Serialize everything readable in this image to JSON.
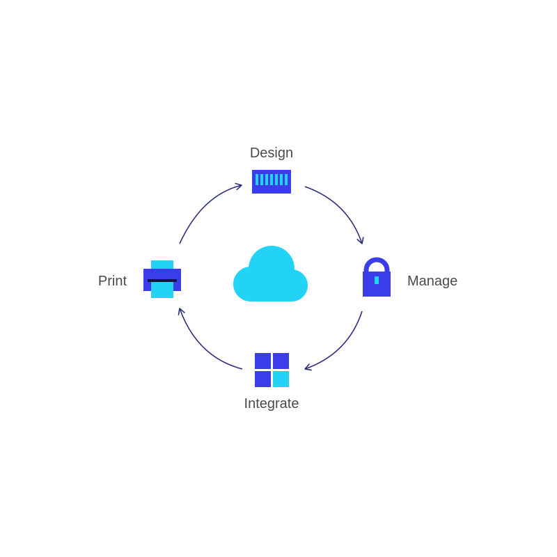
{
  "diagram": {
    "stages": {
      "design": {
        "label": "Design",
        "icon": "barcode-icon"
      },
      "manage": {
        "label": "Manage",
        "icon": "lock-icon"
      },
      "integrate": {
        "label": "Integrate",
        "icon": "grid-squares-icon"
      },
      "print": {
        "label": "Print",
        "icon": "printer-icon"
      }
    },
    "center_icon": "cloud-icon",
    "flow_direction": "clockwise",
    "colors": {
      "primary_blue": "#3b3de8",
      "accent_cyan": "#22d3f6",
      "arrow": "#2b2f7a",
      "text": "#4a4a4a"
    }
  }
}
